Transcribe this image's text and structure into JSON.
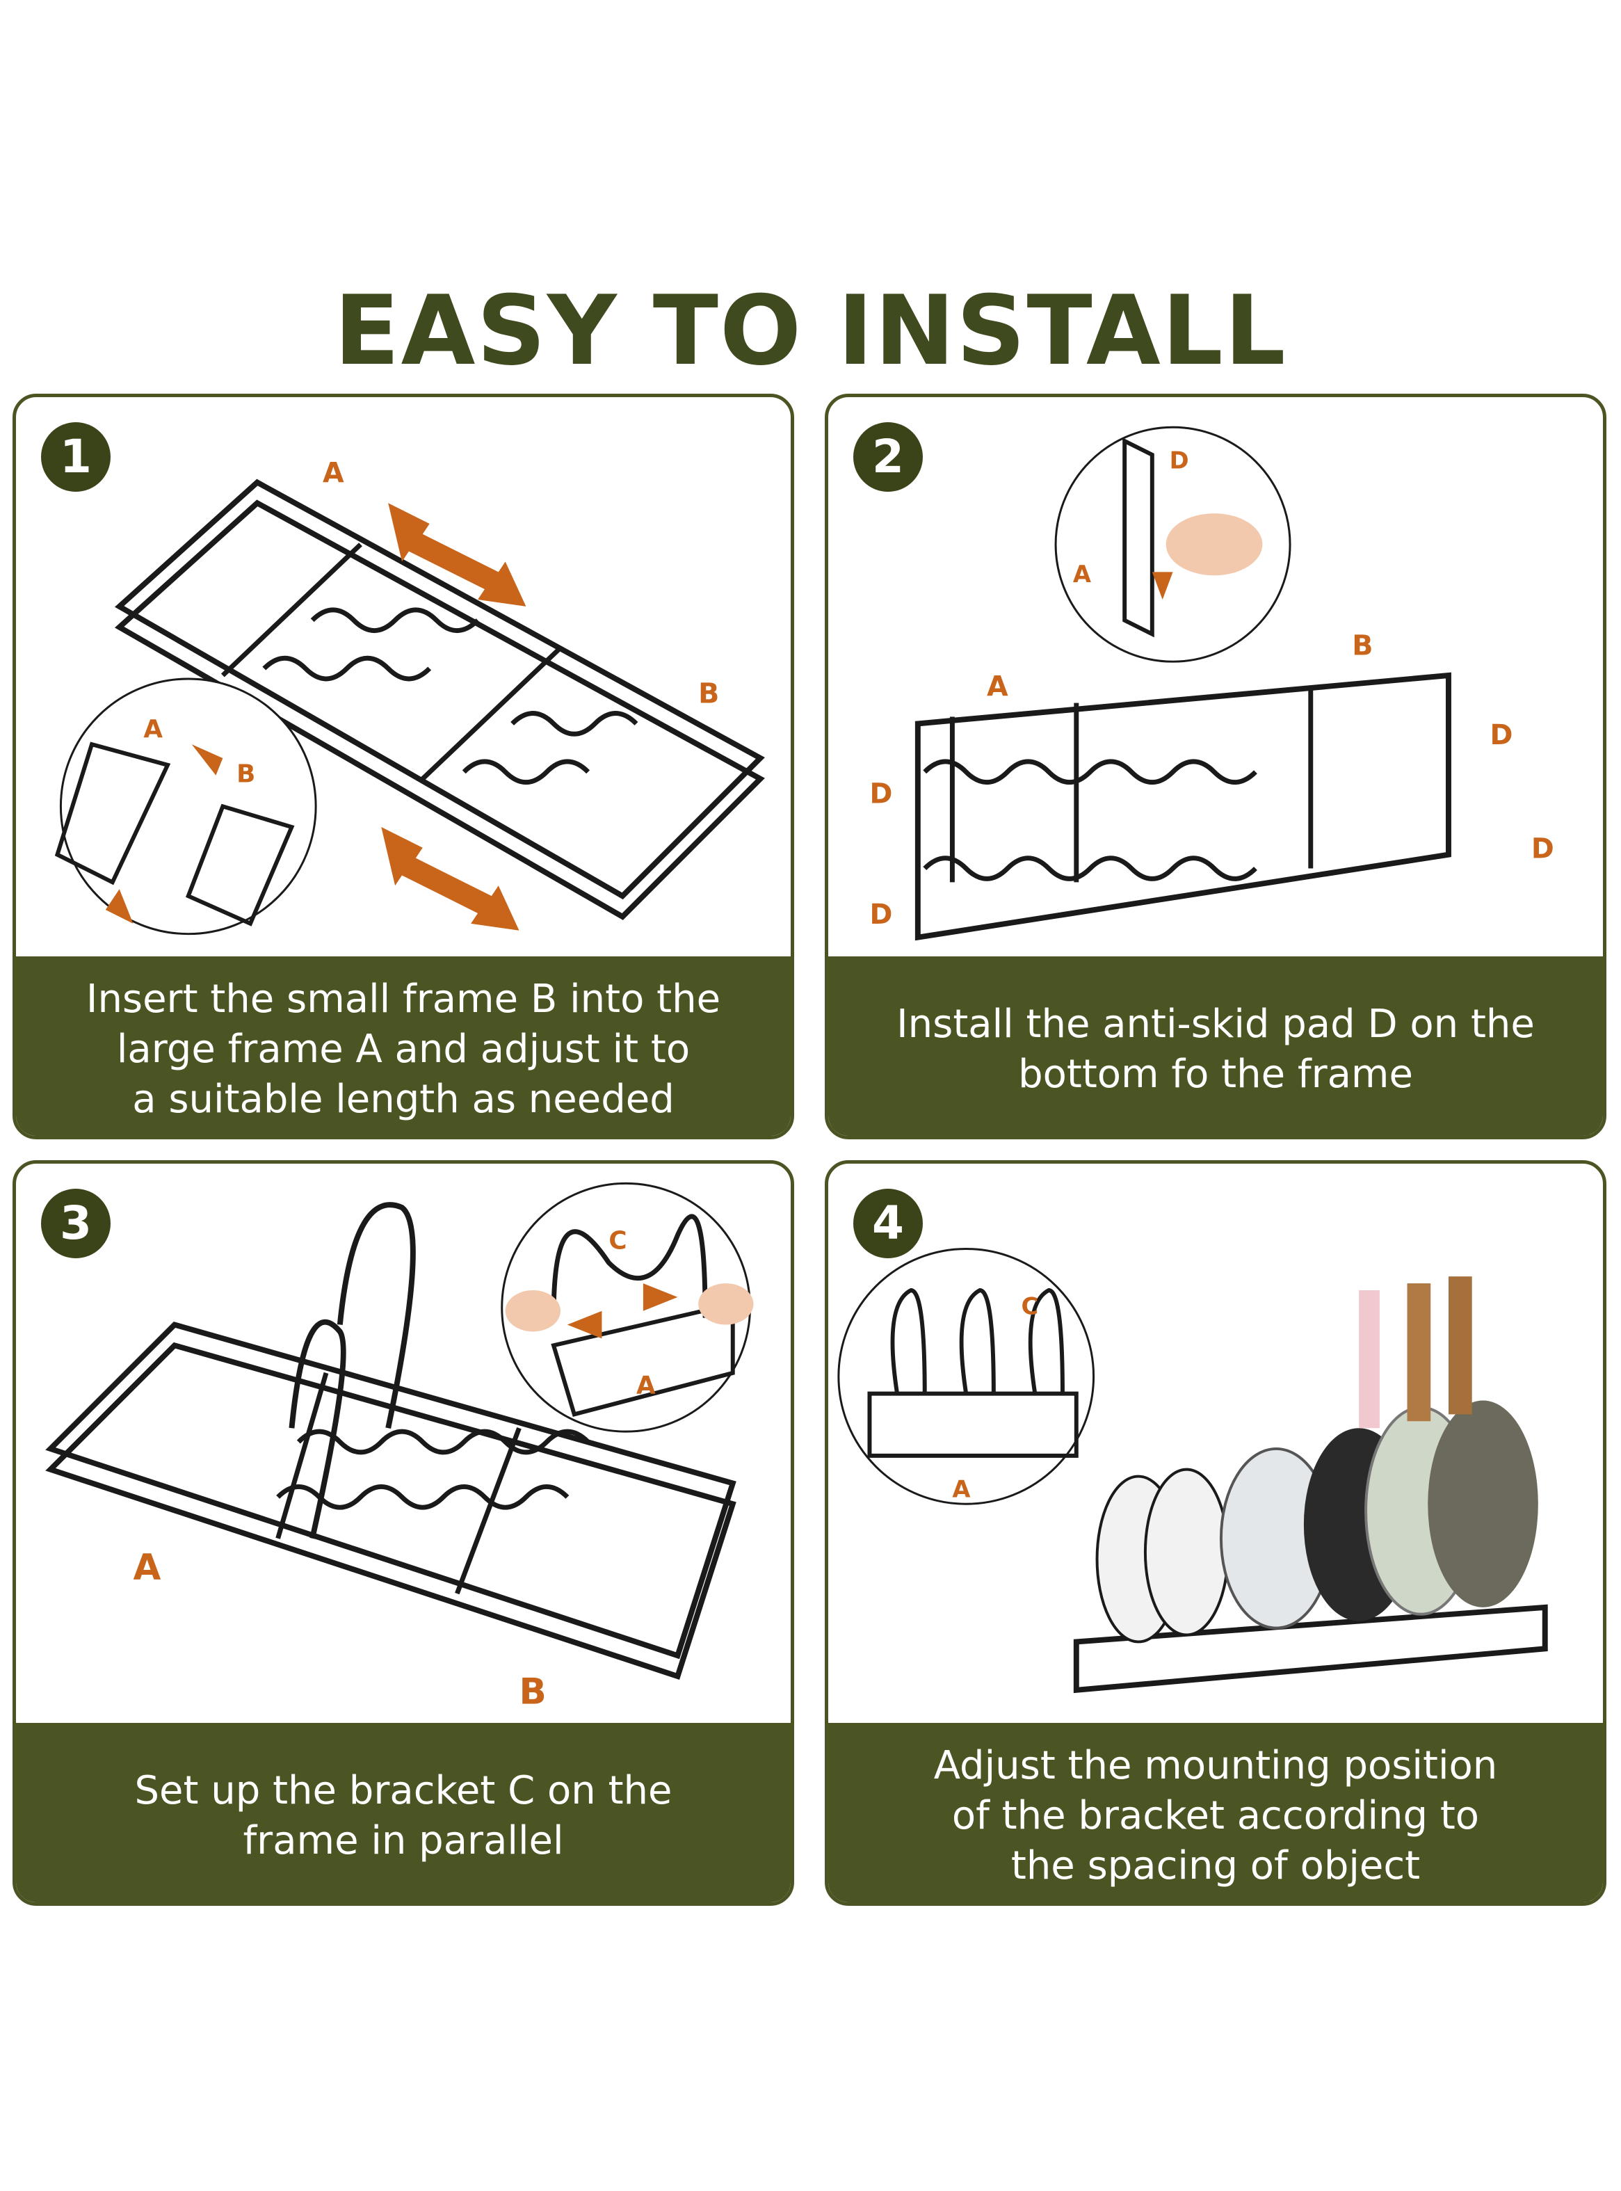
{
  "title": "EASY TO INSTALL",
  "colors": {
    "panel": "#4b5423",
    "title": "#3f4a1f",
    "arrow": "#c8651b",
    "frame": "#1a1a1a"
  },
  "steps": [
    {
      "number": "1",
      "caption_lines": [
        "Insert the small frame B into the",
        "large frame A and adjust it to",
        "a suitable length as needed"
      ],
      "labels": {
        "a": "A",
        "b": "B",
        "inset_a": "A",
        "inset_b": "B"
      }
    },
    {
      "number": "2",
      "caption_lines": [
        "Install the anti-skid pad D on the",
        "bottom fo the frame"
      ],
      "labels": {
        "a": "A",
        "b": "B",
        "d": "D",
        "inset_a": "A",
        "inset_d": "D"
      }
    },
    {
      "number": "3",
      "caption_lines": [
        "Set up the bracket C on the",
        "frame in parallel"
      ],
      "labels": {
        "a": "A",
        "b": "B",
        "inset_a": "A",
        "inset_c": "C"
      }
    },
    {
      "number": "4",
      "caption_lines": [
        "Adjust the mounting position",
        "of the bracket according to",
        "the spacing of object"
      ],
      "labels": {
        "inset_a": "A",
        "inset_c": "C"
      }
    }
  ],
  "icons": [
    "rack-frame-illustration",
    "arrow-icon",
    "hand-icon",
    "pan-icon"
  ]
}
